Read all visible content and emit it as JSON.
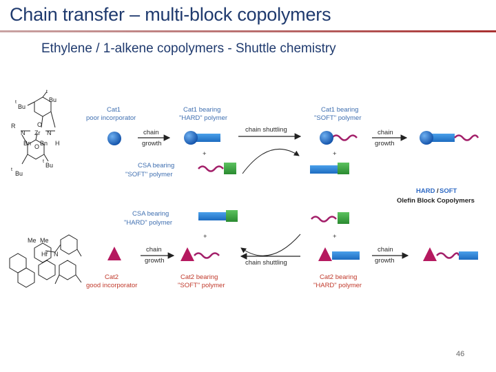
{
  "slide": {
    "title": "Chain transfer – multi-block copolymers",
    "subtitle": "Ethylene / 1-alkene copolymers - Shuttle chemistry",
    "page_number": "46"
  },
  "diagram": {
    "cat1": {
      "line1": "Cat1",
      "line2": "poor incorporator"
    },
    "cat1_hard": {
      "line1": "Cat1 bearing",
      "line2": "\"HARD\" polymer"
    },
    "cat1_soft": {
      "line1": "Cat1 bearing",
      "line2": "\"SOFT\" polymer"
    },
    "csa_soft": {
      "line1": "CSA bearing",
      "line2": "\"SOFT\" polymer"
    },
    "csa_hard": {
      "line1": "CSA bearing",
      "line2": "\"HARD\" polymer"
    },
    "cat2": {
      "line1": "Cat2",
      "line2": "good incorporator"
    },
    "cat2_soft": {
      "line1": "Cat2 bearing",
      "line2": "\"SOFT\" polymer"
    },
    "cat2_hard": {
      "line1": "Cat2 bearing",
      "line2": "\"HARD\" polymer"
    },
    "chain_growth": {
      "line1": "chain",
      "line2": "growth"
    },
    "chain_shuttling": "chain shuttling",
    "plus": "+",
    "product": {
      "hard": "HARD",
      "slash": "/",
      "soft": "SOFT",
      "line2": "Olefin Block Copolymers"
    },
    "chem_labels": {
      "tbu": "Bu",
      "t": "t",
      "r": "R",
      "n": "N",
      "zr": "Zr",
      "o": "O",
      "bn": "Bn",
      "h": "H",
      "hf": "Hf",
      "me": "Me"
    },
    "colors": {
      "cat1": "#1e6fc4",
      "hard_block": "#2f86d6",
      "soft_chain": "#a3206a",
      "csa": "#3aa640",
      "cat2": "#b5195f",
      "label_blue": "#3f6fb0",
      "label_red": "#c0392b"
    }
  }
}
